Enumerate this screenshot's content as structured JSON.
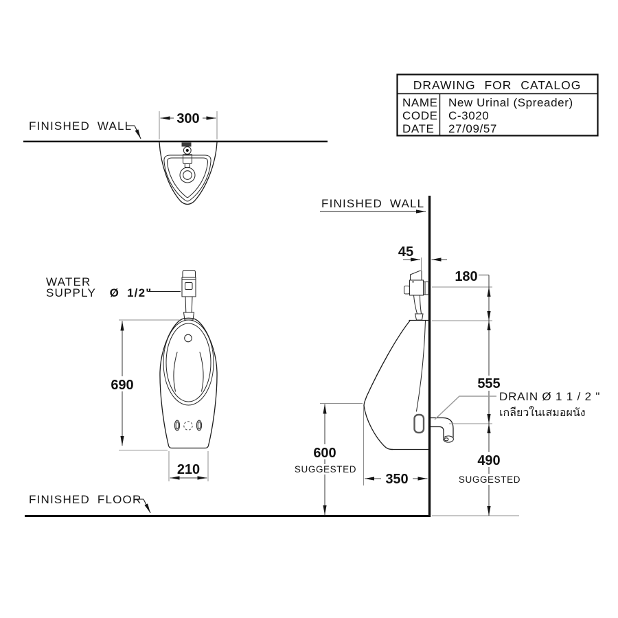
{
  "title_block": {
    "title": "DRAWING FOR CATALOG",
    "rows": [
      {
        "label": "NAME",
        "value": "New Urinal (Spreader)"
      },
      {
        "label": "CODE",
        "value": "C-3020"
      },
      {
        "label": "DATE",
        "value": "27/09/57"
      }
    ]
  },
  "top_view": {
    "finished_wall_label": "FINISHED WALL",
    "width_dim": "300"
  },
  "front_view": {
    "water_supply_line1": "WATER",
    "water_supply_line2": "SUPPLY",
    "water_supply_size": "Ø 1/2\"",
    "height_dim": "690",
    "base_width_dim": "210",
    "finished_floor_label": "FINISHED FLOOR"
  },
  "side_view": {
    "finished_wall_label": "FINISHED WALL",
    "valve_offset_dim": "45",
    "inlet_to_rim_dim": "180",
    "rim_to_drain_dim": "555",
    "drain_to_floor_dim": "490",
    "lip_height_dim": "600",
    "depth_dim": "350",
    "suggested_label_1": "SUGGESTED",
    "suggested_label_2": "SUGGESTED",
    "drain_label": "DRAIN Ø 1 1 / 2 \"",
    "drain_label_thai": "เกลียวในเสมอผนัง"
  }
}
